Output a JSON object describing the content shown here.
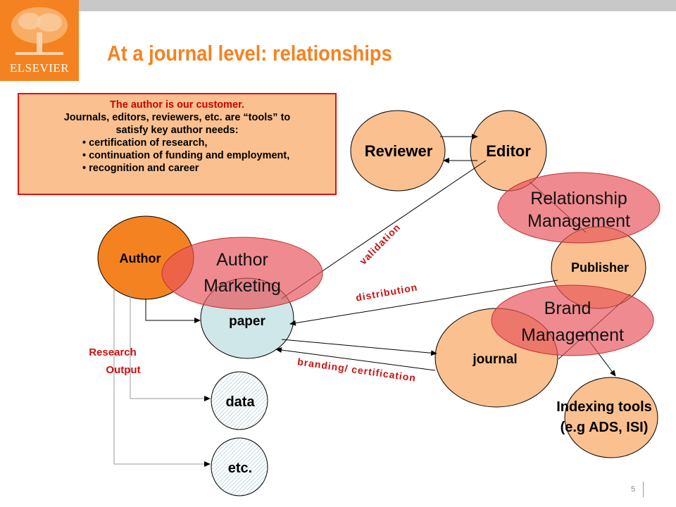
{
  "logo": {
    "text": "ELSEVIER"
  },
  "title": "At a journal level: relationships",
  "note": {
    "line1": "The author is our customer.",
    "line2": "Journals, editors, reviewers, etc. are “tools” to",
    "line3": "satisfy key author needs:",
    "bullets": [
      "certification of research,",
      "continuation of funding and employment,",
      "recognition and career"
    ]
  },
  "nodes": {
    "reviewer": "Reviewer",
    "editor": "Editor",
    "author": "Author",
    "publisher": "Publisher",
    "paper": "paper",
    "journal": "journal",
    "data": "data",
    "etc": "etc.",
    "indexing_line1": "Indexing tools",
    "indexing_line2": "(e.g ADS, ISI)"
  },
  "overlays": {
    "relationship_line1": "Relationship",
    "relationship_line2": "Management",
    "author_marketing_line1": "Author",
    "author_marketing_line2": "Marketing",
    "brand_line1": "Brand",
    "brand_line2": "Management"
  },
  "edge_labels": {
    "validation": "validation",
    "distribution": "distribution",
    "branding": "branding/ certification",
    "research_output_line1": "Research",
    "research_output_line2": "Output"
  },
  "slide_number": "5",
  "colors": {
    "orange": "#f58220",
    "peach": "#fac090",
    "red_ellipse": "#e8545c",
    "paper_fill": "#cfe7e8",
    "label_red": "#cc1010"
  }
}
